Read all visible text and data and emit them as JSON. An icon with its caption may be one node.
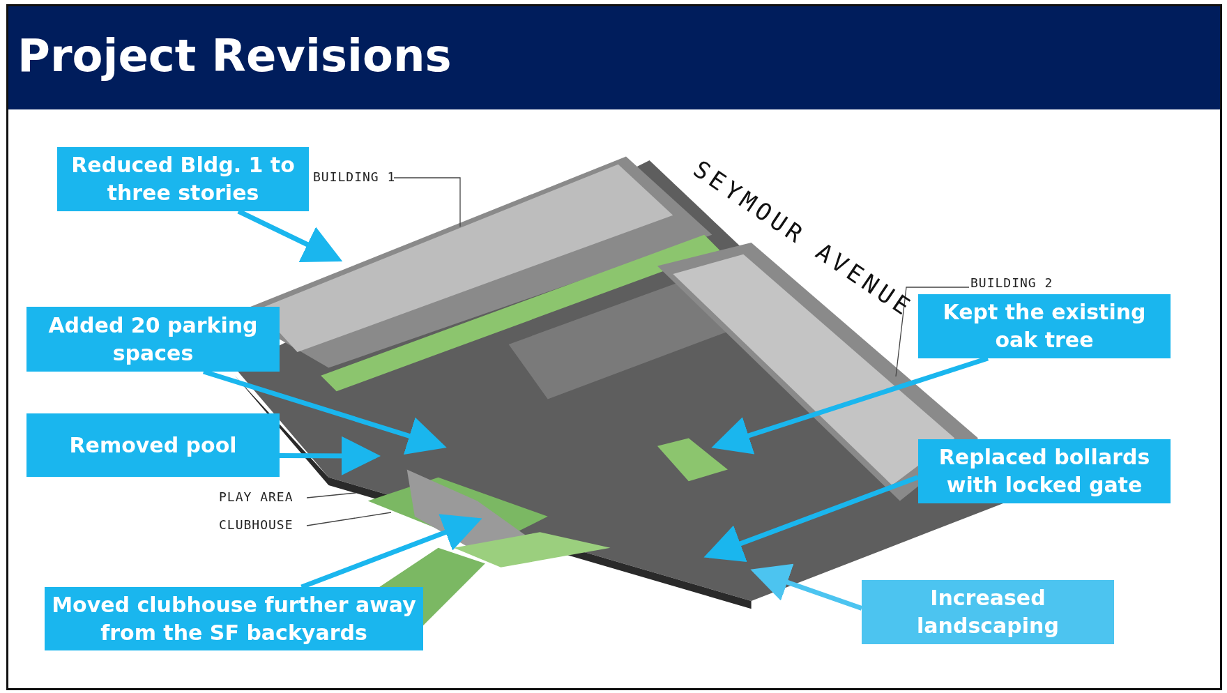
{
  "diagram": {
    "title": "Project Revisions",
    "nodes": [
      {
        "text": [
          "Reduced Bldg. 1 to three stories"
        ]
      },
      {
        "text": [
          "BUILDING 1"
        ]
      },
      {
        "text": [
          "Added 20 parking spaces"
        ]
      },
      {
        "text": [
          "Removed pool"
        ]
      },
      {
        "text": [
          "PLAY AREA"
        ]
      },
      {
        "text": [
          "CLUBHOUSE"
        ]
      },
      {
        "text": [
          "Moved clubhouse further away from the SF backyards"
        ]
      },
      {
        "text": [
          "BUILDING 2"
        ]
      },
      {
        "text": [
          "Kept the existing oak tree"
        ]
      },
      {
        "text": [
          "Replaced bollards with locked gate"
        ]
      },
      {
        "text": [
          "Increased landscaping"
        ]
      }
    ],
    "edges": [
      {
        "from": 0,
        "to": null,
        "arrow": "to"
      },
      {
        "from": 1,
        "to": null,
        "arrow": "none",
        "color": "#444444"
      },
      {
        "from": 2,
        "to": null,
        "arrow": "to"
      },
      {
        "from": 3,
        "to": null,
        "arrow": "to"
      },
      {
        "from": 4,
        "to": null,
        "arrow": "none",
        "color": "#444444"
      },
      {
        "from": 5,
        "to": null,
        "arrow": "none",
        "color": "#444444"
      },
      {
        "from": 6,
        "to": null,
        "arrow": "to"
      },
      {
        "from": 7,
        "to": null,
        "arrow": "none",
        "color": "#444444"
      },
      {
        "from": 8,
        "to": null,
        "arrow": "to"
      },
      {
        "from": 9,
        "to": null,
        "arrow": "to"
      },
      {
        "from": 10,
        "to": null,
        "arrow": "to"
      }
    ],
    "labels": [
      "SEYMOUR AVENUE"
    ]
  }
}
